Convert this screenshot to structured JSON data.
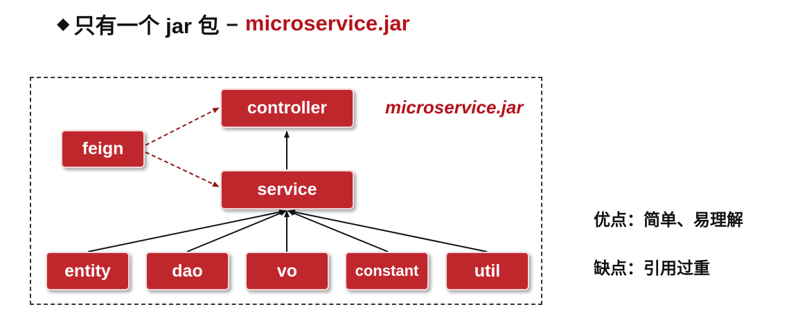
{
  "header": {
    "bullet": "◆",
    "prefix": "只有一个 jar 包",
    "dash": "–",
    "jar_name": "microservice.jar"
  },
  "diagram": {
    "container_label": "microservice.jar",
    "nodes": {
      "controller": "controller",
      "feign": "feign",
      "service": "service",
      "entity": "entity",
      "dao": "dao",
      "vo": "vo",
      "constant": "constant",
      "util": "util"
    },
    "colors": {
      "accent": "#b5121b",
      "box": "#c0272d"
    }
  },
  "notes": {
    "pros": "优点：简单、易理解",
    "cons": "缺点：引用过重"
  }
}
